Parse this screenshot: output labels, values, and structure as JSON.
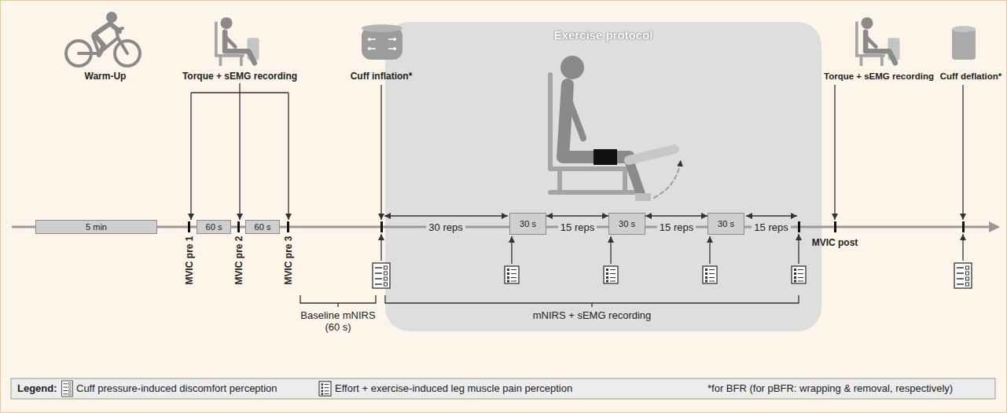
{
  "diagram": {
    "nodes": [
      {
        "text": [
          "5 min"
        ]
      },
      {
        "text": [
          "60 s"
        ]
      },
      {
        "text": [
          "60 s"
        ]
      },
      {
        "text": [
          "Exercise protocol"
        ]
      },
      {
        "text": [
          "30 s"
        ],
        "in": 3
      },
      {
        "text": [
          "30 s"
        ],
        "in": 3
      },
      {
        "text": [
          "30 s"
        ],
        "in": 3
      }
    ],
    "edges": [
      {
        "from": 4,
        "to": 5,
        "arrow": "both",
        "label": "15 reps"
      },
      {
        "from": 5,
        "to": 6,
        "arrow": "both",
        "label": "15 reps"
      }
    ],
    "labels": [
      "Warm-Up",
      "Torque + sEMG recording",
      "MVIC pre 1",
      "MVIC pre 2",
      "MVIC pre 3",
      "Cuff inflation*",
      "Baseline mNIRS (60 s)",
      "30 reps",
      "15 reps",
      "mNIRS + sEMG recording",
      "Torque + sEMG recording",
      "MVIC post",
      "Cuff deflation*",
      "Legend:",
      "*for BFR (for pBFR: wrapping & removal, respectively)"
    ],
    "legend": [
      {
        "text": "Cuff pressure-induced discomfort perception"
      },
      {
        "text": "Effort + exercise-induced leg muscle pain perception"
      }
    ]
  }
}
